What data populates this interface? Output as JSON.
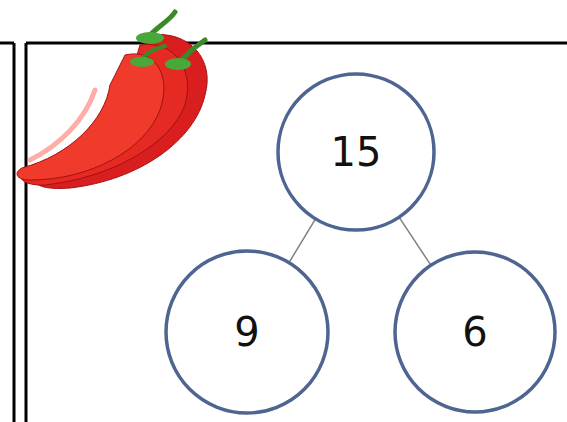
{
  "diagram": {
    "nodes": [
      {
        "text": [
          "15"
        ]
      },
      {
        "text": [
          "9"
        ]
      },
      {
        "text": [
          "6"
        ]
      }
    ],
    "edges": [
      {
        "from": 0,
        "to": 1,
        "arrow": "none"
      },
      {
        "from": 0,
        "to": 2,
        "arrow": "none"
      }
    ]
  }
}
